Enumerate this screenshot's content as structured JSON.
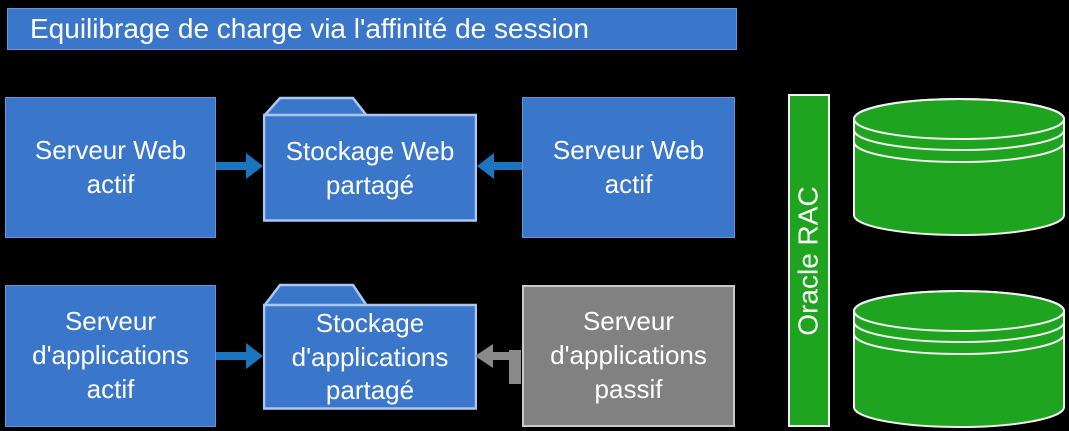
{
  "title": {
    "text": "Equilibrage de charge via l'affinité de session"
  },
  "nodes": {
    "web_server_left": {
      "label": "Serveur Web\nactif",
      "state": "actif"
    },
    "web_storage": {
      "label": "Stockage Web\npartagé",
      "shape": "folder"
    },
    "web_server_right": {
      "label": "Serveur Web\nactif",
      "state": "actif"
    },
    "app_server_active": {
      "label": "Serveur\nd'applications\nactif",
      "state": "actif"
    },
    "app_storage": {
      "label": "Stockage\nd'applications\npartagé",
      "shape": "folder"
    },
    "app_server_passive": {
      "label": "Serveur\nd'applications\npassif",
      "state": "passif"
    },
    "oracle_rac": {
      "label": "Oracle RAC"
    }
  },
  "databases": [
    {
      "icon": "database-cylinder"
    },
    {
      "icon": "database-cylinder"
    }
  ],
  "connections": [
    {
      "from": "web_server_left",
      "to": "web_storage",
      "style": "blue-arrow"
    },
    {
      "from": "web_server_right",
      "to": "web_storage",
      "style": "blue-arrow"
    },
    {
      "from": "app_server_active",
      "to": "app_storage",
      "style": "blue-arrow"
    },
    {
      "from": "app_server_passive",
      "to": "app_storage",
      "style": "gray-arrow"
    }
  ],
  "colors": {
    "background": "#000000",
    "active_blue": "#3a77cb",
    "arrow_blue": "#1b74be",
    "passive_gray": "#818181",
    "gray_arrow": "#8a8a8a",
    "rac_green": "#1fa41f",
    "folder_border": "#a9c7f0",
    "text": "#ffffff"
  }
}
